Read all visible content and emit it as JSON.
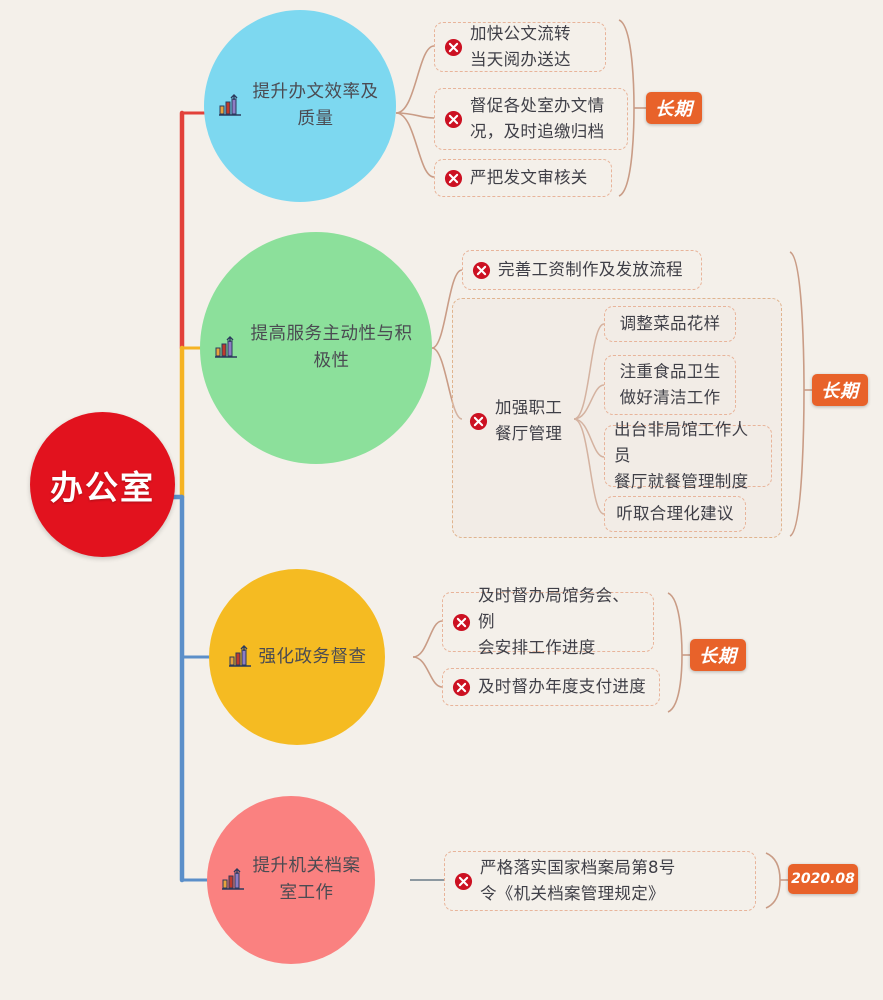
{
  "title": "办公室工作思维导图",
  "root": {
    "label": "办公室",
    "color": "#e2121e"
  },
  "icons": {
    "branch_icon": "bar-chart-growth-icon",
    "leaf_marker": "red-x-circle-icon"
  },
  "palette": {
    "background": "#f4f0ea",
    "branch1": "#7dd8f0",
    "branch2": "#8ce09b",
    "branch3": "#f5bb22",
    "branch4": "#fa8180",
    "badge": "#e8622a",
    "wire_red": "#e2413a",
    "wire_orange": "#f5b323",
    "wire_blue": "#5b8fc9",
    "leaf_border": "#e8b49a"
  },
  "branches": [
    {
      "id": "branch-1",
      "label": "提升办文效率及质量",
      "color": "#7dd8f0",
      "badge": "长期",
      "leaves": [
        {
          "text": "加快公文流转\n当天阅办送达",
          "marker": true
        },
        {
          "text": "督促各处室办文情\n况，及时追缴归档",
          "marker": true
        },
        {
          "text": "严把发文审核关",
          "marker": true
        }
      ]
    },
    {
      "id": "branch-2",
      "label": "提高服务主动性与积极性",
      "color": "#8ce09b",
      "badge": "长期",
      "leaves": [
        {
          "text": "完善工资制作及发放流程",
          "marker": true
        },
        {
          "text": "加强职工\n餐厅管理",
          "marker": true,
          "children": [
            {
              "text": "调整菜品花样"
            },
            {
              "text": "注重食品卫生\n做好清洁工作"
            },
            {
              "text": "出台非局馆工作人员\n餐厅就餐管理制度"
            },
            {
              "text": "听取合理化建议"
            }
          ]
        }
      ]
    },
    {
      "id": "branch-3",
      "label": "强化政务督查",
      "color": "#f5bb22",
      "badge": "长期",
      "leaves": [
        {
          "text": "及时督办局馆务会、例\n会安排工作进度",
          "marker": true
        },
        {
          "text": "及时督办年度支付进度",
          "marker": true
        }
      ]
    },
    {
      "id": "branch-4",
      "label": "提升机关档案室工作",
      "color": "#fa8180",
      "badge": "2020.08",
      "leaves": [
        {
          "text": "严格落实国家档案局第8号\n令《机关档案管理规定》",
          "marker": true
        }
      ]
    }
  ]
}
